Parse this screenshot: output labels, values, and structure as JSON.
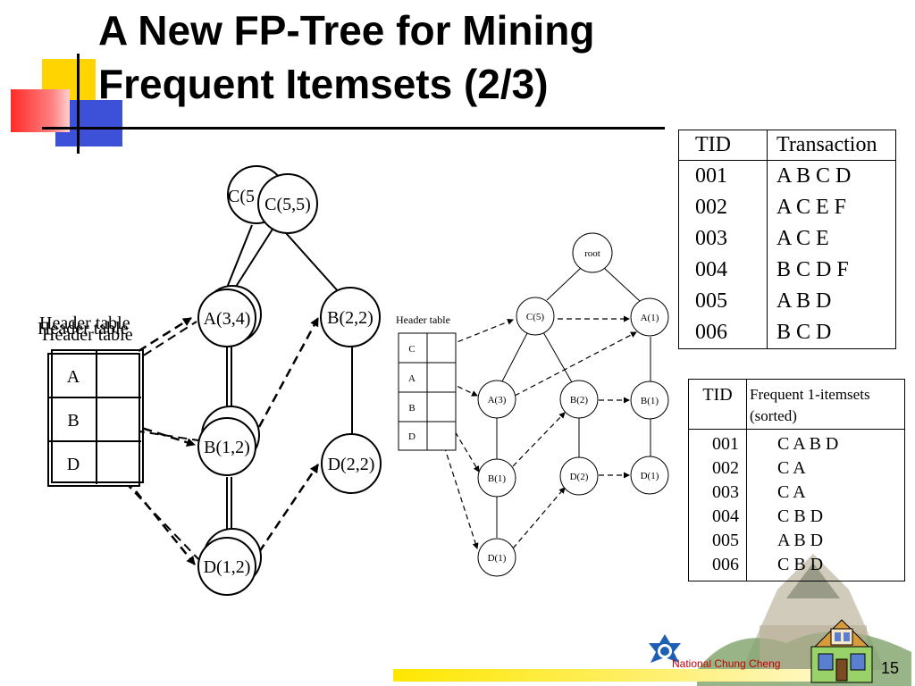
{
  "slide": {
    "title_line1": "A New FP-Tree for Mining",
    "title_line2": "Frequent Itemsets (2/3)",
    "page_number": "15",
    "logo_text": "National Chung Cheng"
  },
  "left_tree": {
    "header_label": "Header table",
    "header_items": [
      "A",
      "B",
      "D"
    ],
    "nodes": {
      "root_back": "C(5",
      "root": "C(5,5)",
      "a": "A(3,4)",
      "b_right": "B(2,2)",
      "b_left": "B(1,2)",
      "d_right": "D(2,2)",
      "d_left": "D(1,2)"
    }
  },
  "right_tree": {
    "header_label": "Header table",
    "header_items": [
      "C",
      "A",
      "B",
      "D"
    ],
    "nodes": {
      "root": "root",
      "c": "C(5)",
      "a1": "A(1)",
      "a3": "A(3)",
      "b2": "B(2)",
      "b1_right": "B(1)",
      "b1_left": "B(1)",
      "d2": "D(2)",
      "d1_right": "D(1)",
      "d1_left": "D(1)"
    }
  },
  "transaction_table": {
    "headers": [
      "TID",
      "Transaction"
    ],
    "rows": [
      [
        "001",
        "A B C D"
      ],
      [
        "002",
        "A C E F"
      ],
      [
        "003",
        "A C E"
      ],
      [
        "004",
        "B C D F"
      ],
      [
        "005",
        "A B D"
      ],
      [
        "006",
        "B C D"
      ]
    ]
  },
  "frequent_table": {
    "headers": [
      "TID",
      "Frequent 1-itemsets",
      "(sorted)"
    ],
    "tids": [
      "001",
      "002",
      "003",
      "004",
      "005",
      "006"
    ],
    "itemsets": [
      "C A B D",
      "C A",
      "C A",
      "C B D",
      "A B D",
      "C B D"
    ]
  }
}
